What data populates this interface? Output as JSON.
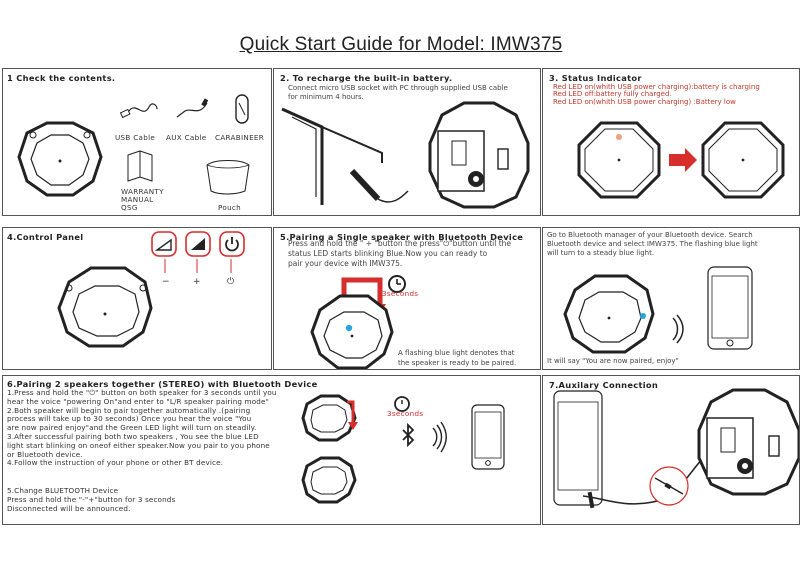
{
  "title": "Quick Start Guide for Model: IMW375",
  "s1": {
    "heading": "1 Check the contents.",
    "usb": "USB Cable",
    "aux": "AUX Cable",
    "carabineer": "CARABINEER",
    "warranty": "WARRANTY",
    "manual": "MANUAL",
    "qsg": "QSG",
    "pouch": "Pouch"
  },
  "s2": {
    "heading": "2. To recharge the built-in battery.",
    "line1": "Connect micro USB socket with PC through supplied USB cable",
    "line2": "for minimum 4 hours."
  },
  "s3": {
    "heading": "3. Status Indicator",
    "line1": "Red LED on(whith USB power charging):battery is charging",
    "line2": "Red LED off:battery fully charged.",
    "line3": "Red LED on(whith USB power charging) :Battery low"
  },
  "s4": {
    "heading": "4.Control Panel",
    "minus": "−",
    "plus": "+",
    "power": "⏻"
  },
  "s5": {
    "heading": "5.Pairing a Single speaker with Bluetooth Device",
    "line1": "Press and hold the \" + \"button the press\"⏻\"button until the",
    "line2": "status LED starts blinking Blue.Now you can ready to",
    "line3": "pair your device with IMW375.",
    "seconds": "3seconds",
    "caption1": "A flashing blue light denotes that",
    "caption2": "the speaker is ready to be paired."
  },
  "s5b": {
    "line1": "Go to Bluetooth manager of your Bluetooth device. Search",
    "line2": "Bluetooth device and select IMW375. The flashing blue light",
    "line3": "will turn to a steady blue light.",
    "caption": "It will say \"You are now paired, enjoy\""
  },
  "s6": {
    "heading": "6.Pairing 2 speakers together (STEREO) with Bluetooth Device",
    "lines": [
      "1.Press and hold the \"⏻\" button on both speaker for 3 seconds until you",
      "  hear the voice \"powering On\"and enter to \"L/R speaker pairing mode\"",
      "2.Both speaker will begin to pair together automatically .(pairing",
      "  process will take up to 30 seconds)  Once you hear the voice \"You",
      "  are now paired enjoy\"and the Green LED light will turn on steadily.",
      "3.After successful pairing both two speakers , You see the blue LED",
      "  light start blinking on oneof either speaker.Now you pair to you phone",
      "  or Bluetooth device.",
      "4.Follow the instruction of your phone or other BT device."
    ],
    "change1": "5.Change BLUETOOTH Device",
    "change2": "  Press and hold the \"-\"+\"button for 3 seconds",
    "change3": "  Disconnected will be announced.",
    "seconds": "3seconds"
  },
  "s7": {
    "heading": "7.Auxilary Connection"
  },
  "colors": {
    "red": "#d62d2d",
    "blue": "#2aa4dc",
    "border": "#555555"
  }
}
